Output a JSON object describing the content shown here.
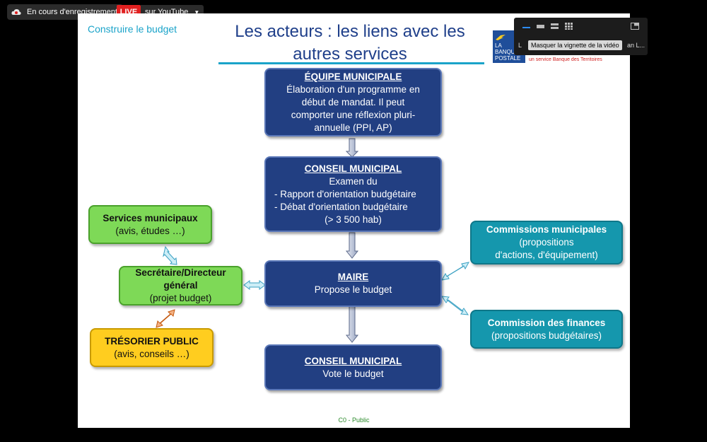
{
  "recording": {
    "status": "En cours d'enregistrement",
    "live_label": "LIVE",
    "platform_label": "sur YouTube"
  },
  "slide": {
    "section": "Construire le budget",
    "title_line1": "Les acteurs : les liens avec les",
    "title_line2": "autres services",
    "footer": "C0 - Public",
    "logo": {
      "line1": "LA",
      "line2": "BANQUE",
      "line3": "POSTALE",
      "tagline": "un service Banque des Territoires"
    },
    "boxes": {
      "equipe": {
        "title": "ÉQUIPE MUNICIPALE",
        "lines": [
          "Élaboration d'un programme en",
          "début de mandat. Il peut",
          "comporter une réflexion pluri-",
          "annuelle (PPI, AP)"
        ]
      },
      "conseil1": {
        "title": "CONSEIL MUNICIPAL",
        "line1": "Examen du",
        "item1": "-   Rapport d'orientation budgétaire",
        "item2": "-     Débat d'orientation budgétaire",
        "line4": "(> 3 500 hab)"
      },
      "maire": {
        "title": "MAIRE",
        "line1": "Propose le budget"
      },
      "conseil2": {
        "title": "CONSEIL MUNICIPAL",
        "line1": "Vote le budget"
      },
      "services": {
        "title": "Services municipaux",
        "line1": "(avis, études …)"
      },
      "secretaire": {
        "title1": "Secrétaire/Directeur",
        "title2": "général",
        "line1": "(projet budget)"
      },
      "tresorier": {
        "title": "TRÉSORIER PUBLIC",
        "line1": "(avis, conseils …)"
      },
      "commissions": {
        "title": "Commissions municipales",
        "line1": "(propositions",
        "line2": "d'actions, d'équipement)"
      },
      "finances": {
        "title": "Commission des finances",
        "line1": "(propositions budgétaires)"
      }
    }
  },
  "video_panel": {
    "tooltip": "Masquer la vignette de la vidéo",
    "name_left": "L",
    "name_right": "an L..."
  },
  "colors": {
    "navy": "#223f82",
    "green": "#7ed957",
    "yellow": "#ffcd1f",
    "teal": "#1597ad",
    "title": "#1f3f8a",
    "accent": "#1aa3c9",
    "live": "#e02020"
  }
}
